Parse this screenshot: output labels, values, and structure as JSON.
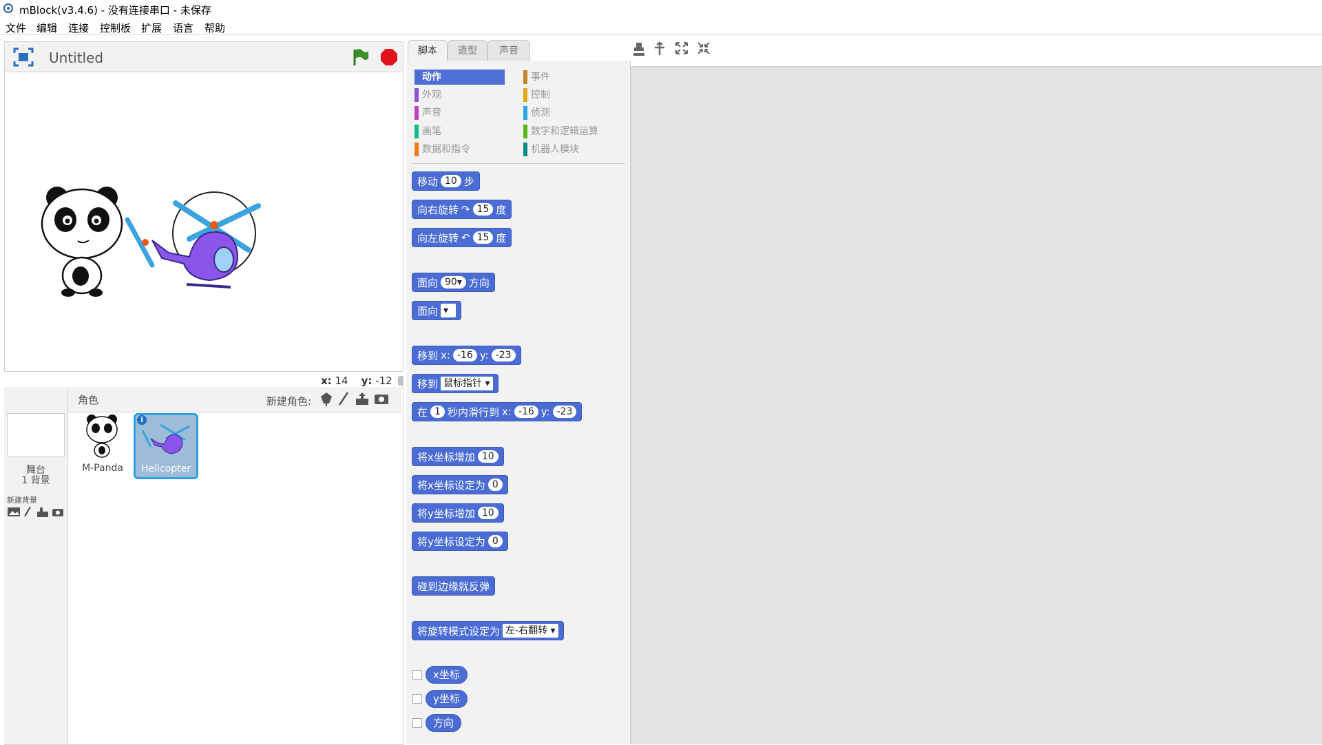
{
  "window": {
    "title": "mBlock(v3.4.6) - 没有连接串口 - 未保存"
  },
  "menu": [
    "文件",
    "编辑",
    "连接",
    "控制板",
    "扩展",
    "语言",
    "帮助"
  ],
  "stage": {
    "project_name": "Untitled",
    "coords": {
      "x_label": "x:",
      "x_value": "14",
      "y_label": "y:",
      "y_value": "-12"
    }
  },
  "sprites_panel": {
    "header_label": "角色",
    "new_sprite_label": "新建角色:",
    "stage_label": "舞台",
    "backdrop_count": "1 背景",
    "new_backdrop_label": "新建背景",
    "sprites": [
      {
        "name": "M-Panda",
        "selected": false
      },
      {
        "name": "Helicopter",
        "selected": true
      }
    ]
  },
  "tabs": [
    {
      "label": "脚本",
      "active": true
    },
    {
      "label": "造型",
      "active": false
    },
    {
      "label": "声音",
      "active": false
    }
  ],
  "categories": [
    {
      "label": "动作",
      "color": "#4a6cd4",
      "active": true
    },
    {
      "label": "外观",
      "color": "#8a55d7",
      "active": false
    },
    {
      "label": "声音",
      "color": "#bb42c3",
      "active": false
    },
    {
      "label": "画笔",
      "color": "#0fbd8c",
      "active": false
    },
    {
      "label": "数据和指令",
      "color": "#ee7d16",
      "active": false
    },
    {
      "label": "事件",
      "color": "#c88330",
      "active": false
    },
    {
      "label": "控制",
      "color": "#e1a91a",
      "active": false
    },
    {
      "label": "侦测",
      "color": "#2ca5e2",
      "active": false
    },
    {
      "label": "数字和逻辑运算",
      "color": "#5cb712",
      "active": false
    },
    {
      "label": "机器人模块",
      "color": "#0e8a8a",
      "active": false
    }
  ],
  "blocks": {
    "move": {
      "text": "移动",
      "value": "10",
      "suffix": "步"
    },
    "turn_right": {
      "text": "向右旋转",
      "value": "15",
      "suffix": "度"
    },
    "turn_left": {
      "text": "向左旋转",
      "value": "15",
      "suffix": "度"
    },
    "point_dir": {
      "text": "面向",
      "value": "90",
      "suffix": "方向"
    },
    "point_towards": {
      "text": "面向"
    },
    "goto_xy": {
      "text": "移到",
      "x_label": "x:",
      "x": "-16",
      "y_label": "y:",
      "y": "-23"
    },
    "goto": {
      "text": "移到",
      "value": "鼠标指针"
    },
    "glide": {
      "prefix": "在",
      "secs": "1",
      "text": "秒内滑行到",
      "x_label": "x:",
      "x": "-16",
      "y_label": "y:",
      "y": "-23"
    },
    "change_x": {
      "text": "将x坐标增加",
      "value": "10"
    },
    "set_x": {
      "text": "将x坐标设定为",
      "value": "0"
    },
    "change_y": {
      "text": "将y坐标增加",
      "value": "10"
    },
    "set_y": {
      "text": "将y坐标设定为",
      "value": "0"
    },
    "bounce": {
      "text": "碰到边缘就反弹"
    },
    "rotation_style": {
      "text": "将旋转模式设定为",
      "value": "左-右翻转"
    },
    "reporters": [
      "x坐标",
      "y坐标",
      "方向"
    ]
  }
}
